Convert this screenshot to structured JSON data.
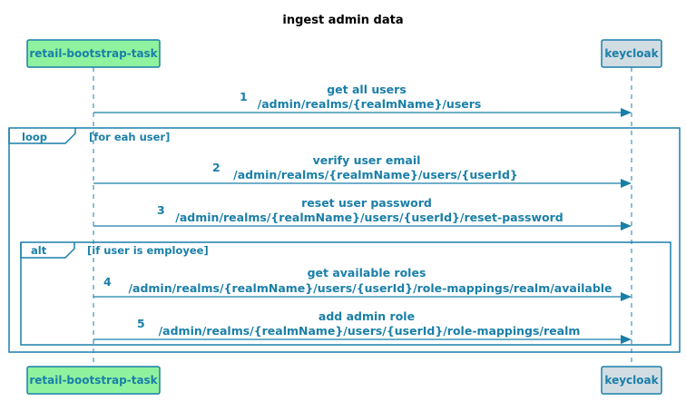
{
  "title": "ingest admin data",
  "participants": {
    "left": {
      "name": "retail-bootstrap-task",
      "fill": "#8ff29f"
    },
    "right": {
      "name": "keycloak",
      "fill": "#d2dde3"
    }
  },
  "colors": {
    "line": "#1a7fa8",
    "text": "#1a7fa8",
    "participant_border": "#1a7fa8"
  },
  "messages": [
    {
      "number": "1",
      "label": "get all users",
      "path": "/admin/realms/{realmName}/users"
    },
    {
      "number": "2",
      "label": "verify user email",
      "path": "/admin/realms/{realmName}/users/{userId}"
    },
    {
      "number": "3",
      "label": "reset user password",
      "path": "/admin/realms/{realmName}/users/{userId}/reset-password"
    },
    {
      "number": "4",
      "label": "get available roles",
      "path": "/admin/realms/{realmName}/users/{userId}/role-mappings/realm/available"
    },
    {
      "number": "5",
      "label": "add admin role",
      "path": "/admin/realms/{realmName}/users/{userId}/role-mappings/realm"
    }
  ],
  "fragments": [
    {
      "type": "loop",
      "condition": "[for eah user]"
    },
    {
      "type": "alt",
      "condition": "[if user is employee]"
    }
  ]
}
